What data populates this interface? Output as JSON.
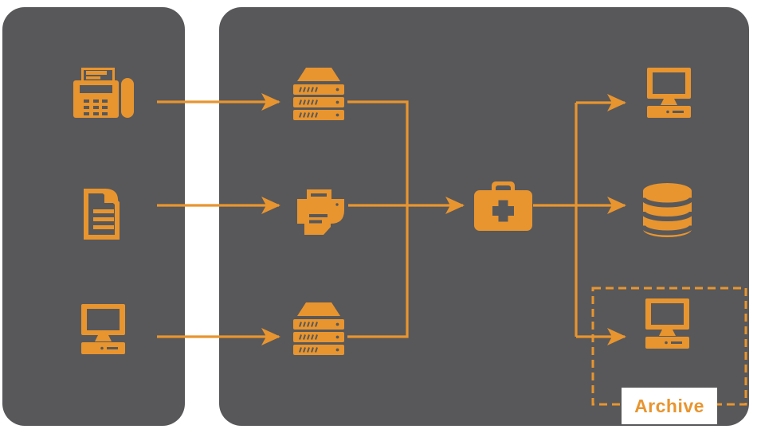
{
  "diagram": {
    "archive_label": "Archive",
    "colors": {
      "accent": "#E8952F",
      "panel": "#58585A",
      "background": "#FFFFFF",
      "archive_label_bg": "#FFFFFF"
    },
    "panels": [
      {
        "id": "sources-panel",
        "nodes": [
          {
            "id": "fax",
            "icon": "fax-icon"
          },
          {
            "id": "document",
            "icon": "document-icon"
          },
          {
            "id": "workstation",
            "icon": "desktop-computer-icon"
          }
        ]
      },
      {
        "id": "processing-panel",
        "nodes": [
          {
            "id": "server-top",
            "icon": "server-icon"
          },
          {
            "id": "printer",
            "icon": "printer-icon"
          },
          {
            "id": "server-bottom",
            "icon": "server-icon"
          },
          {
            "id": "service-case",
            "icon": "briefcase-plus-icon"
          },
          {
            "id": "output-desktop",
            "icon": "desktop-computer-icon"
          },
          {
            "id": "database",
            "icon": "database-icon"
          },
          {
            "id": "archive-desktop",
            "icon": "desktop-computer-icon",
            "inside_archive_box": true
          }
        ]
      }
    ],
    "flows": [
      {
        "from": "fax",
        "to": "server-top"
      },
      {
        "from": "document",
        "to": "printer"
      },
      {
        "from": "workstation",
        "to": "server-bottom"
      },
      {
        "from": "server-top",
        "to": "service-case"
      },
      {
        "from": "printer",
        "to": "service-case"
      },
      {
        "from": "server-bottom",
        "to": "service-case"
      },
      {
        "from": "service-case",
        "to": "output-desktop"
      },
      {
        "from": "service-case",
        "to": "database"
      },
      {
        "from": "service-case",
        "to": "archive-desktop"
      }
    ]
  }
}
